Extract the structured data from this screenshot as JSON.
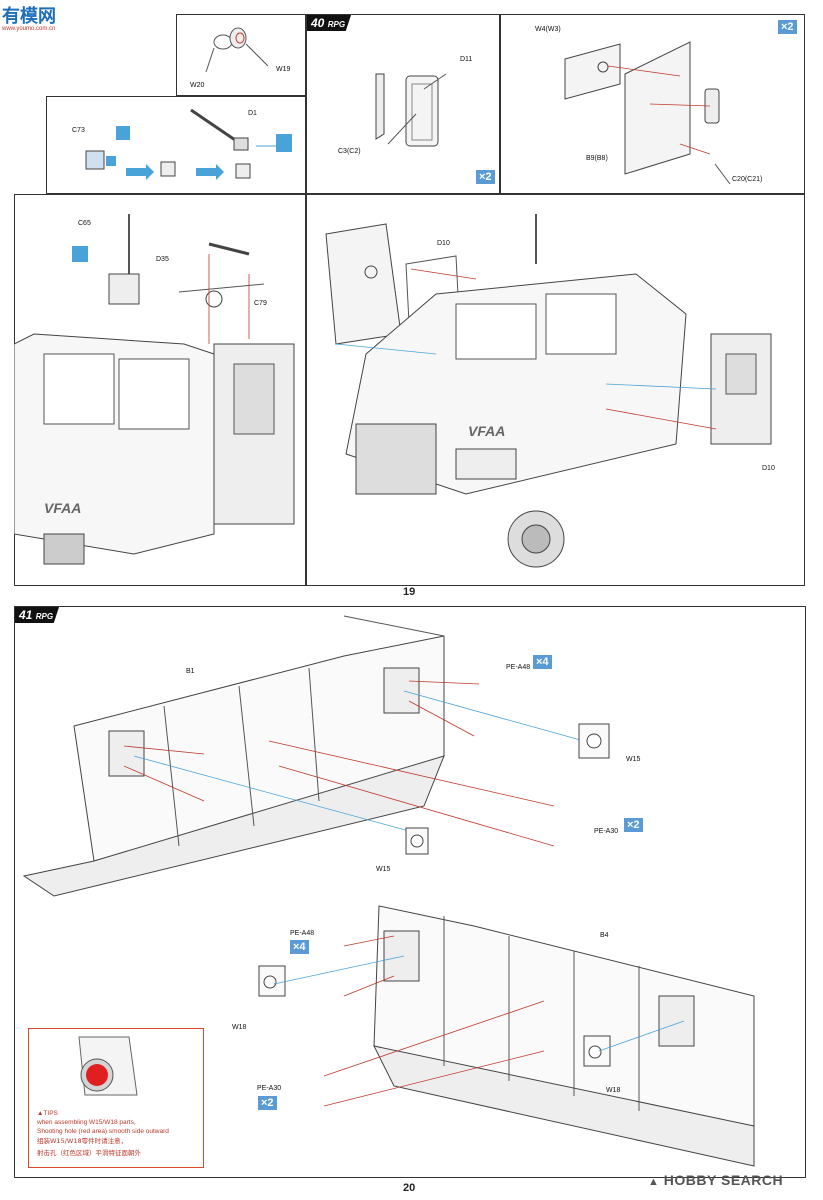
{
  "header": {
    "logo_text": "有模网",
    "logo_sub": "www.youmo.com.cn"
  },
  "page19": {
    "step_number": "40",
    "brand": "RPG",
    "page_number": "19",
    "labels": {
      "w20": "W20",
      "w19": "W19",
      "c73": "C73",
      "d1": "D1",
      "d11": "D11",
      "c3": "C3(C2)",
      "x2_step40": "×2",
      "w4": "W4(W3)",
      "x2_top": "×2",
      "b9": "B9(B8)",
      "c20": "C20(C21)",
      "c65": "C65",
      "d35": "D35",
      "c79": "C79",
      "d10_top": "D10",
      "d10_bottom": "D10",
      "vfaa_left": "VFAA",
      "vfaa_right": "VFAA"
    }
  },
  "page20": {
    "step_number": "41",
    "brand": "RPG",
    "page_number": "20",
    "labels": {
      "b1": "B1",
      "pe_a48_top": "PE-A48",
      "x4_top": "×4",
      "w15_right": "W15",
      "pe_a30_top": "PE-A30",
      "x2_mid": "×2",
      "w15_left": "W15",
      "b4": "B4",
      "pe_a48_left": "PE-A48",
      "x4_left": "×4",
      "w18_left": "W18",
      "w18_right": "W18",
      "pe_a30_bottom": "PE-A30",
      "x2_bottom": "×2"
    },
    "tips": {
      "title": "▲TIPS",
      "line1": "when assembling W15/W18 parts,",
      "line2": "Shooting hole (red area) smooth side outward",
      "line3": "组装W15/W18零件时请注意，",
      "line4": "射击孔（红色区域）平滑特征面朝外"
    }
  },
  "footer": {
    "watermark": "HOBBY SEARCH"
  },
  "colors": {
    "callout_blue": "#5a9bd5",
    "arrow_red": "#c0392b",
    "arrow_blue": "#4aa3d8",
    "tip_red": "#e02020"
  }
}
